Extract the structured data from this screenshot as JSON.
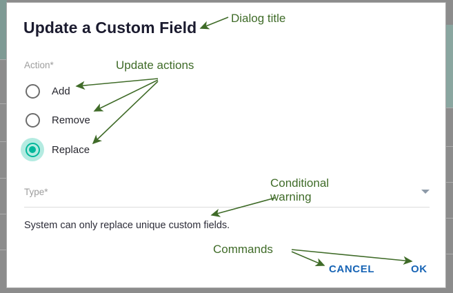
{
  "dialog": {
    "title": "Update a Custom Field",
    "action_label": "Action*",
    "radios": [
      {
        "label": "Add",
        "selected": false
      },
      {
        "label": "Remove",
        "selected": false
      },
      {
        "label": "Replace",
        "selected": true
      }
    ],
    "type_label": "Type*",
    "type_value": "",
    "caret_icon": "chevron-down-icon",
    "warning": "System can only replace unique custom fields.",
    "commands": {
      "cancel_label": "CANCEL",
      "ok_label": "OK"
    }
  },
  "annotations": {
    "dialog_title": "Dialog title",
    "update_actions": "Update actions",
    "conditional_warning_line1": "Conditional",
    "conditional_warning_line2": "warning",
    "commands": "Commands"
  },
  "colors": {
    "accent_teal": "#00b79a",
    "radio_halo": "#b4ebe1",
    "link_blue": "#1764b5",
    "annotation_green": "#3f6b28",
    "label_gray": "#9d9d9d",
    "title_dark": "#1b1b2f",
    "backdrop_gray": "#8c8c8c",
    "dialog_border": "#a8a8a8"
  }
}
